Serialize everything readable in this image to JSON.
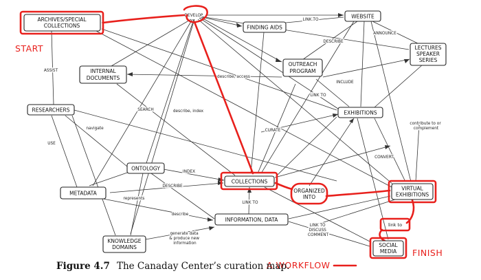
{
  "nodes": {
    "archives": [
      "ARCHIVES/SPECIAL",
      "COLLECTIONS"
    ],
    "finding_aids": [
      "FINDING AIDS"
    ],
    "website": [
      "WEBSITE"
    ],
    "lectures": [
      "LECTURES",
      "SPEAKER",
      "SERIES"
    ],
    "outreach": [
      "OUTREACH",
      "PROGRAM"
    ],
    "internal_docs": [
      "INTERNAL",
      "DOCUMENTS"
    ],
    "researchers": [
      "RESEARCHERS"
    ],
    "exhibitions": [
      "EXHIBITIONS"
    ],
    "ontology": [
      "ONTOLOGY"
    ],
    "collections": [
      "COLLECTIONS"
    ],
    "metadata": [
      "METADATA"
    ],
    "organized_into": [
      "ORGANIZED",
      "INTO"
    ],
    "virtual_exhibitions": [
      "VIRTUAL",
      "EXHIBITIONS"
    ],
    "information_data": [
      "INFORMATION, DATA"
    ],
    "link_to_small": [
      "link to"
    ],
    "knowledge_domains": [
      "KNOWLEDGE",
      "DOMAINS"
    ],
    "social_media": [
      "SOCIAL",
      "MEDIA"
    ]
  },
  "edge_labels": {
    "develop": "DEVELOP",
    "link_to_website": "LINK TO",
    "describe_outreach": "DESCRIBE",
    "announce": "ANNOUNCE",
    "assist": "ASSIST",
    "describe_access": "describe, access",
    "include": "INCLUDE",
    "link_to_exhibitions": "LINK TO",
    "search": "SEARCH",
    "describe_index": "describe, index",
    "navigate": "navigate",
    "curate": "CURATE",
    "contribute": [
      "contribute to or",
      "complement"
    ],
    "use": "USE",
    "convert": "CONVERT",
    "index": "INDEX",
    "describe_metadata": "DESCRIBE",
    "represents": "represents",
    "link_to_collections": "LINK TO",
    "describe_info": "describe",
    "link_to_discuss": [
      "LINK TO",
      "DISCUSS",
      "COMMENT"
    ],
    "generate": [
      "generate data",
      "& produce new",
      "information"
    ]
  },
  "annotations": {
    "start": "START",
    "finish": "FINISH",
    "workflow": "A WORKFLOW"
  },
  "caption": {
    "figure_label": "Figure 4.7",
    "text": "The Canaday Center’s curation map."
  },
  "colors": {
    "highlight": "#e8201c",
    "ink": "#222222"
  }
}
